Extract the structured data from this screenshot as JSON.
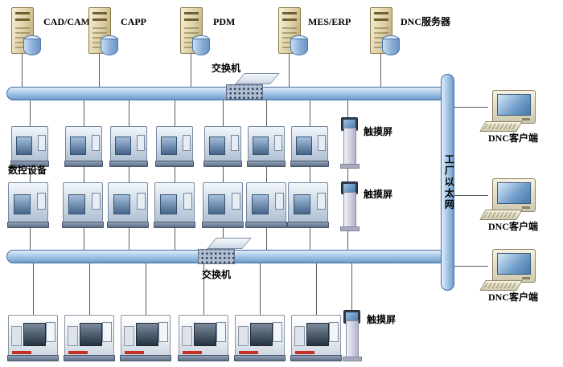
{
  "servers": [
    {
      "label": "CAD/CAM"
    },
    {
      "label": "CAPP"
    },
    {
      "label": "PDM"
    },
    {
      "label": "MES/ERP"
    },
    {
      "label": "DNC服务器"
    }
  ],
  "switches": {
    "top": {
      "label": "交换机"
    },
    "bottom": {
      "label": "交换机"
    }
  },
  "backbone": {
    "label": "工厂以太网"
  },
  "machines": {
    "row1_label": "数控设备",
    "row1_count": 7,
    "row2_count": 7,
    "bottom_count": 6
  },
  "kiosks": [
    {
      "label": "触摸屏"
    },
    {
      "label": "触摸屏"
    },
    {
      "label": "触摸屏"
    }
  ],
  "clients": [
    {
      "label": "DNC客户端"
    },
    {
      "label": "DNC客户端"
    },
    {
      "label": "DNC客户端"
    }
  ],
  "colors": {
    "bus_fill": "#a9c9e9",
    "bus_border": "#3f6ea2",
    "connector": "#5a5a5a",
    "background": "#ffffff"
  }
}
